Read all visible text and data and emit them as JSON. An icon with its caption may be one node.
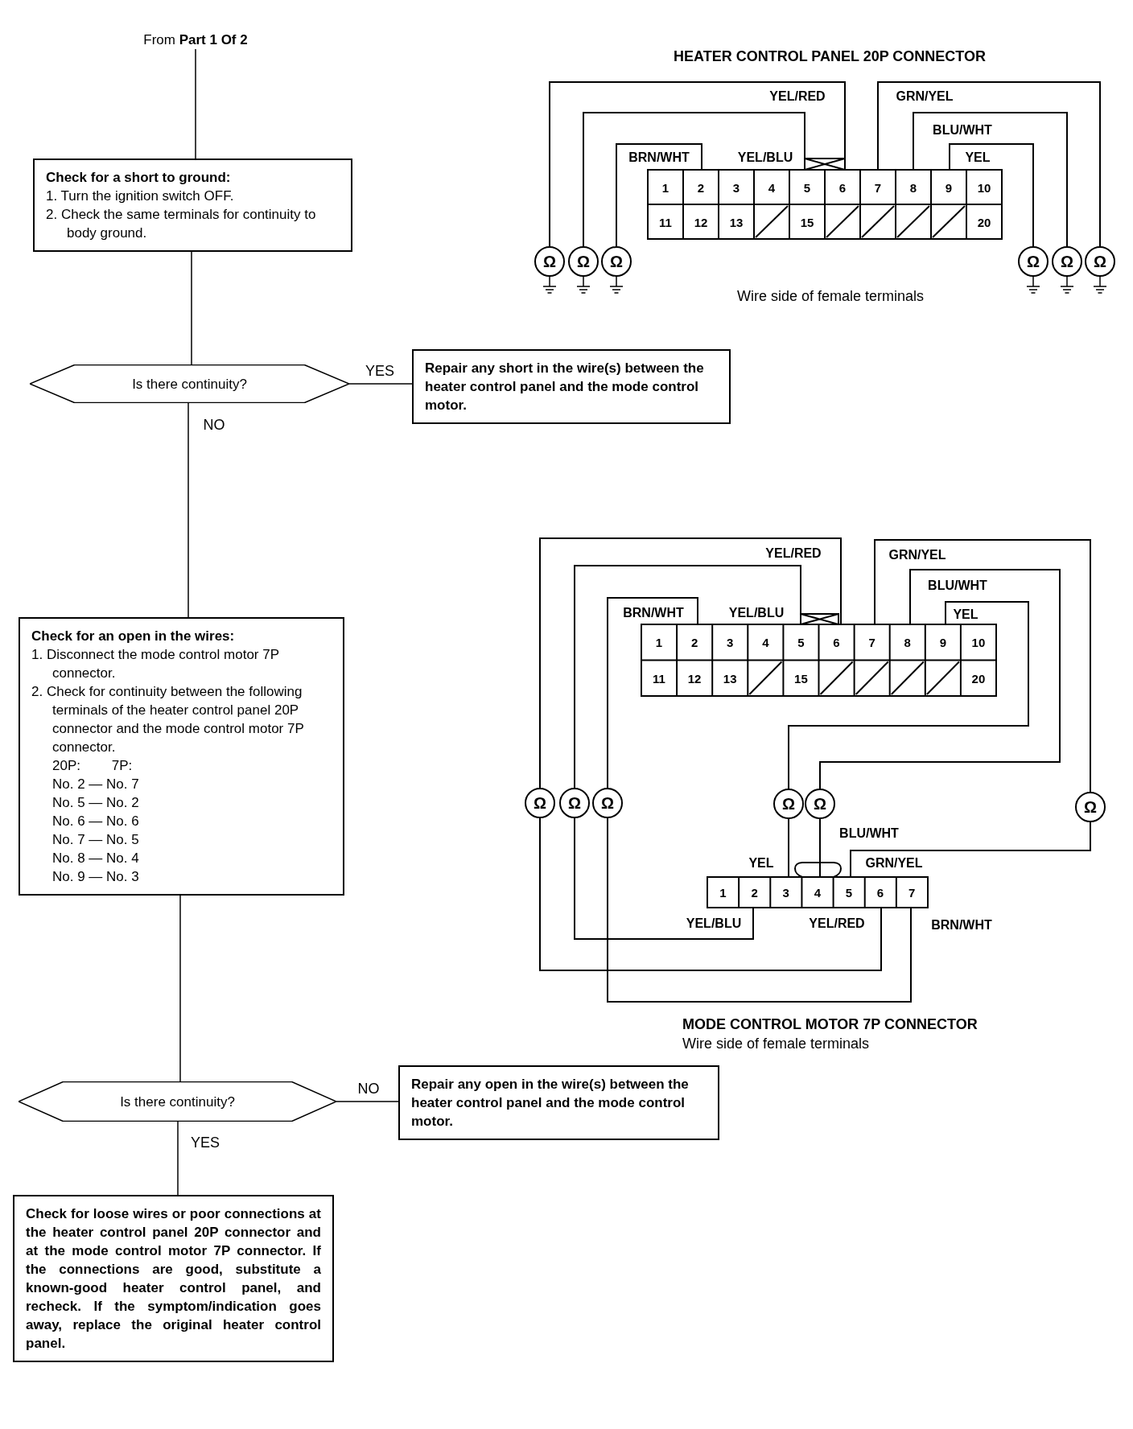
{
  "diagram": {
    "nodes": [
      {
        "text": [
          "From **Part 1 Of 2**"
        ]
      },
      {
        "text": [
          "Check for a short to ground:",
          "1. Turn the ignition switch OFF.",
          "2. Check the same terminals for continuity to body ground."
        ]
      },
      {
        "text": [
          "Is there continuity?"
        ]
      },
      {
        "text": [
          "Repair any short in the wire(s) between the heater control panel and the mode control motor."
        ]
      },
      {
        "text": [
          "Check for an open in the wires:",
          "1. Disconnect the mode control motor 7P connector.",
          "2. Check for continuity between the following terminals of the heater control panel 20P connector and the mode control motor 7P connector.",
          "20P: 7P:",
          "No. 2 — No. 7",
          "No. 5 — No. 2",
          "No. 6 — No. 6",
          "No. 7 — No. 5",
          "No. 8 — No. 4",
          "No. 9 — No. 3"
        ]
      },
      {
        "text": [
          "Is there continuity?"
        ]
      },
      {
        "text": [
          "Repair any open in the wire(s) between the heater control panel and the mode control motor."
        ]
      },
      {
        "text": [
          "Check for loose wires or poor connections at the heater control panel 20P connector and at the mode control motor 7P connector. If the connections are good, substitute a known-good heater control panel, and recheck. If the symptom/indication goes away, replace the original heater control panel."
        ]
      }
    ],
    "edges": [
      {
        "from": 0,
        "to": 1,
        "arrow": "none"
      },
      {
        "from": 1,
        "to": 2,
        "arrow": "none"
      },
      {
        "from": 2,
        "to": 3,
        "arrow": "none",
        "label": "YES"
      },
      {
        "from": 2,
        "to": 4,
        "arrow": "none",
        "label": "NO"
      },
      {
        "from": 4,
        "to": 5,
        "arrow": "none"
      },
      {
        "from": 5,
        "to": 6,
        "arrow": "none",
        "label": "NO"
      },
      {
        "from": 5,
        "to": 7,
        "arrow": "none",
        "label": "YES"
      }
    ],
    "labels": [
      "HEATER CONTROL PANEL 20P CONNECTOR",
      "YEL/RED",
      "GRN/YEL",
      "BLU/WHT",
      "BRN/WHT",
      "YEL/BLU",
      "YEL",
      "1",
      "2",
      "3",
      "4",
      "5",
      "6",
      "7",
      "8",
      "9",
      "10",
      "11",
      "12",
      "13",
      "15",
      "20",
      "Ω",
      "Ω",
      "Ω",
      "Ω",
      "Ω",
      "Ω",
      "Wire side of female terminals",
      "YEL/RED",
      "GRN/YEL",
      "BLU/WHT",
      "BRN/WHT",
      "YEL/BLU",
      "YEL",
      "1",
      "2",
      "3",
      "4",
      "5",
      "6",
      "7",
      "8",
      "9",
      "10",
      "11",
      "12",
      "13",
      "15",
      "20",
      "Ω",
      "Ω",
      "Ω",
      "Ω",
      "Ω",
      "Ω",
      "BLU/WHT",
      "YEL",
      "GRN/YEL",
      "1",
      "2",
      "3",
      "4",
      "5",
      "6",
      "7",
      "YEL/BLU",
      "YEL/RED",
      "BRN/WHT",
      "MODE CONTROL MOTOR 7P CONNECTOR",
      "Wire side of female terminals"
    ]
  }
}
